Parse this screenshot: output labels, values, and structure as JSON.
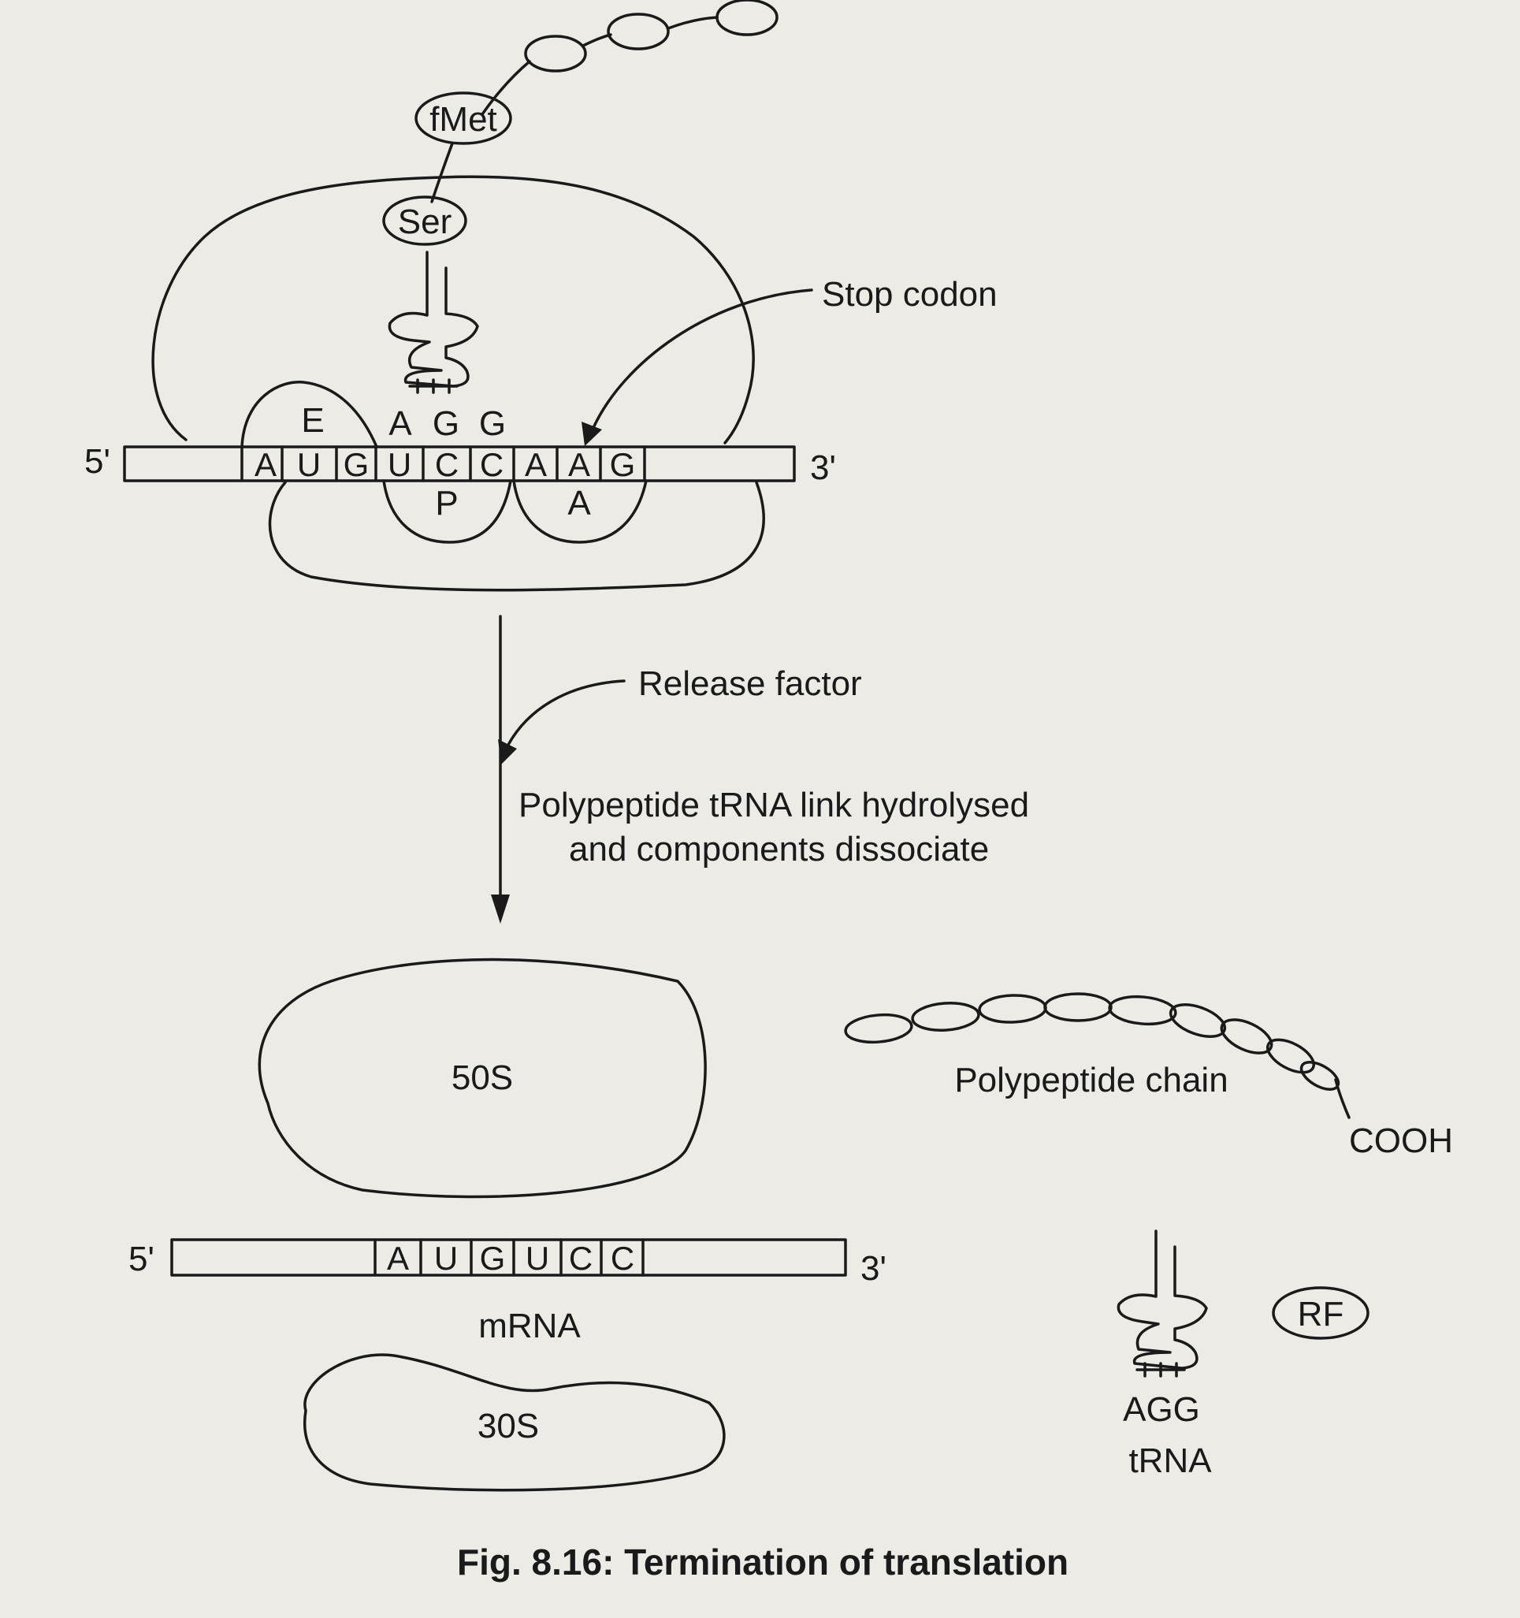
{
  "top": {
    "fmet_label": "fMet",
    "ser_label": "Ser",
    "stop_codon_label": "Stop codon",
    "site_e": "E",
    "site_p": "P",
    "site_a": "A",
    "anticodon": [
      "A",
      "G",
      "G"
    ],
    "five_prime": "5'",
    "three_prime": "3'",
    "mrna_codons": [
      "A",
      "U",
      "G",
      "U",
      "C",
      "C",
      "A",
      "A",
      "G"
    ]
  },
  "step": {
    "release_factor_label": "Release factor",
    "description_line1": "Polypeptide tRNA link hydrolysed",
    "description_line2": "and components dissociate"
  },
  "bottom": {
    "large_subunit_label": "50S",
    "small_subunit_label": "30S",
    "mrna_label": "mRNA",
    "five_prime": "5'",
    "three_prime": "3'",
    "mrna_codons": [
      "A",
      "U",
      "G",
      "U",
      "C",
      "C"
    ],
    "polypeptide_label": "Polypeptide chain",
    "cooh_label": "COOH",
    "trna_anticodon_label": "AGG",
    "trna_label": "tRNA",
    "rf_label": "RF"
  },
  "caption": "Fig. 8.16: Termination of translation"
}
